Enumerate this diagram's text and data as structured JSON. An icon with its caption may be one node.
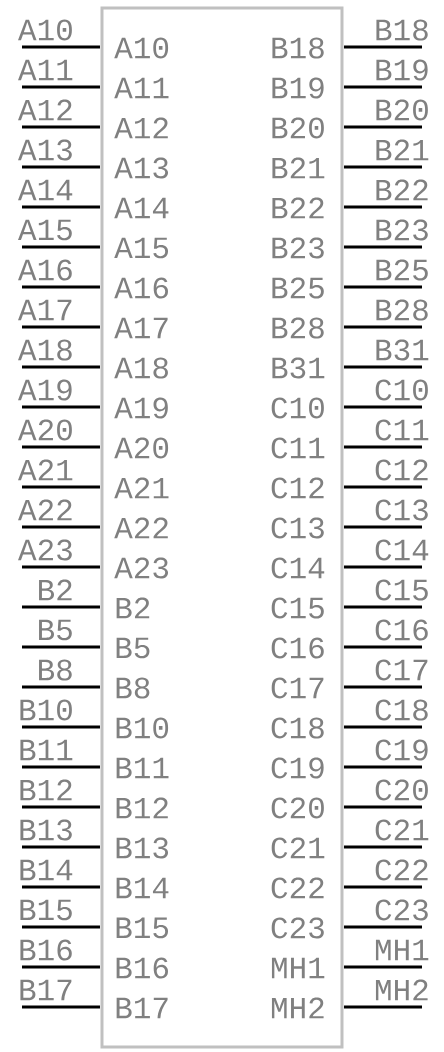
{
  "diagram": {
    "labels": [
      "A10",
      "A10",
      "B18",
      "B18",
      "A11",
      "A11",
      "B19",
      "B19",
      "A12",
      "A12",
      "B20",
      "B20",
      "A13",
      "A13",
      "B21",
      "B21",
      "A14",
      "A14",
      "B22",
      "B22",
      "A15",
      "A15",
      "B23",
      "B23",
      "A16",
      "A16",
      "B25",
      "B25",
      "A17",
      "A17",
      "B28",
      "B28",
      "A18",
      "A18",
      "B31",
      "B31",
      "A19",
      "A19",
      "C10",
      "C10",
      "A20",
      "A20",
      "C11",
      "C11",
      "A21",
      "A21",
      "C12",
      "C12",
      "A22",
      "A22",
      "C13",
      "C13",
      "A23",
      "A23",
      "C14",
      "C14",
      "B2",
      "B2",
      "C15",
      "C15",
      "B5",
      "B5",
      "C16",
      "C16",
      "B8",
      "B8",
      "C17",
      "C17",
      "B10",
      "B10",
      "C18",
      "C18",
      "B11",
      "B11",
      "C19",
      "C19",
      "B12",
      "B12",
      "C20",
      "C20",
      "B13",
      "B13",
      "C21",
      "C21",
      "B14",
      "B14",
      "C22",
      "C22",
      "B15",
      "B15",
      "C23",
      "C23",
      "B16",
      "B16",
      "MH1",
      "MH1",
      "B17",
      "B17",
      "MH2",
      "MH2"
    ]
  }
}
